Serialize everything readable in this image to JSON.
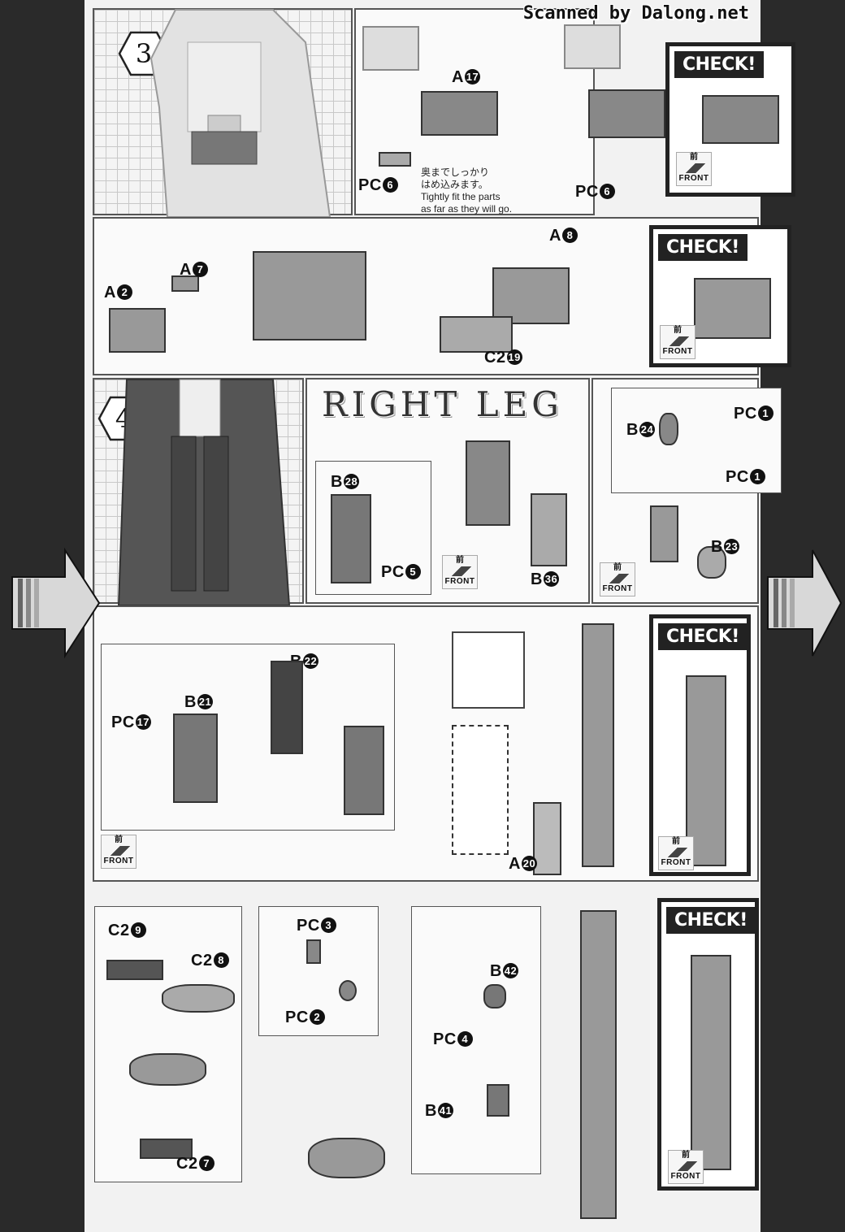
{
  "watermark": "Scanned by Dalong.net",
  "steps": {
    "step3_number": "3",
    "step4_number": "4"
  },
  "section_title": "RIGHT LEG",
  "check_label": "CHECK!",
  "front_badge": {
    "kanji": "前",
    "word": "FRONT"
  },
  "instruction_note": {
    "japanese_line1": "奥までしっかり",
    "japanese_line2": "はめ込みます。",
    "english_line1": "Tightly fit the parts",
    "english_line2": "as far as they will go."
  },
  "part_labels": {
    "r1_a17": {
      "part": "A",
      "num": "17"
    },
    "r1_pc6_a": {
      "part": "PC",
      "num": "6"
    },
    "r1_pc6_b": {
      "part": "PC",
      "num": "6"
    },
    "r2_a7": {
      "part": "A",
      "num": "7"
    },
    "r2_a2": {
      "part": "A",
      "num": "2"
    },
    "r2_a8": {
      "part": "A",
      "num": "8"
    },
    "r2_c2_19": {
      "part": "C2",
      "num": "19"
    },
    "r3_b28": {
      "part": "B",
      "num": "28"
    },
    "r3_pc5": {
      "part": "PC",
      "num": "5"
    },
    "r3_b36": {
      "part": "B",
      "num": "36"
    },
    "r3_b24": {
      "part": "B",
      "num": "24"
    },
    "r3_pc1_a": {
      "part": "PC",
      "num": "1"
    },
    "r3_pc1_b": {
      "part": "PC",
      "num": "1"
    },
    "r3_b23": {
      "part": "B",
      "num": "23"
    },
    "r4_b22": {
      "part": "B",
      "num": "22"
    },
    "r4_b21": {
      "part": "B",
      "num": "21"
    },
    "r4_pc17": {
      "part": "PC",
      "num": "17"
    },
    "r4_a20": {
      "part": "A",
      "num": "20"
    },
    "r5_c2_9": {
      "part": "C2",
      "num": "9"
    },
    "r5_c2_8": {
      "part": "C2",
      "num": "8"
    },
    "r5_c2_7": {
      "part": "C2",
      "num": "7"
    },
    "r5_pc3": {
      "part": "PC",
      "num": "3"
    },
    "r5_pc2": {
      "part": "PC",
      "num": "2"
    },
    "r5_b42": {
      "part": "B",
      "num": "42"
    },
    "r5_pc4": {
      "part": "PC",
      "num": "4"
    },
    "r5_b41": {
      "part": "B",
      "num": "41"
    }
  },
  "icons": {
    "hex_step": "hexagon-step-icon",
    "next_page_arrow": "right-arrow-icon",
    "prev_page_arrow": "left-arrow-icon"
  }
}
